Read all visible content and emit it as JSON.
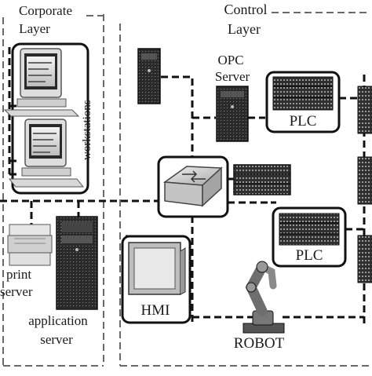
{
  "layers": {
    "corporate_line1": "Corporate",
    "corporate_line2": "Layer",
    "control_line1": "Control",
    "control_line2": "Layer"
  },
  "labels": {
    "workstations": "workstations",
    "opc_line1": "OPC",
    "opc_line2": "Server",
    "plc_top": "PLC",
    "plc_right": "PLC",
    "hmi": "HMI",
    "print_line1": "print",
    "print_line2": "server",
    "app_line1": "application",
    "app_line2": "server",
    "robot": "ROBOT"
  },
  "icons": [
    "desktop-workstation-icon",
    "server-tower-icon",
    "plc-rack-icon",
    "network-switch-icon",
    "printer-icon",
    "hmi-monitor-icon",
    "robot-arm-icon"
  ]
}
